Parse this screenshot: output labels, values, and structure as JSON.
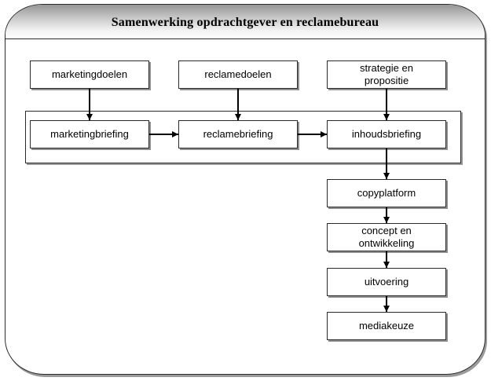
{
  "title": "Samenwerking opdrachtgever en reclamebureau",
  "diagram": {
    "top_row": [
      {
        "label": "marketingdoelen"
      },
      {
        "label": "reclamedoelen"
      },
      {
        "label": "strategie en\npropositie"
      }
    ],
    "briefing_row": [
      {
        "label": "marketingbriefing"
      },
      {
        "label": "reclamebriefing"
      },
      {
        "label": "inhoudsbriefing"
      }
    ],
    "chain": [
      {
        "label": "copyplatform"
      },
      {
        "label": "concept en\nontwikkeling"
      },
      {
        "label": "uitvoering"
      },
      {
        "label": "mediakeuze"
      }
    ],
    "connections": [
      "marketingdoelen -> marketingbriefing",
      "reclamedoelen -> reclamebriefing",
      "strategie en propositie -> inhoudsbriefing",
      "marketingbriefing -> reclamebriefing",
      "reclamebriefing -> inhoudsbriefing",
      "inhoudsbriefing -> copyplatform",
      "copyplatform -> concept en ontwikkeling",
      "concept en ontwikkeling -> uitvoering",
      "uitvoering -> mediakeuze"
    ]
  },
  "colors": {
    "box_border": "#2a2a2a",
    "box_fill": "#ffffff",
    "box_shadow": "#8f8f8f",
    "arrow": "#000000",
    "header_gradient_top": "#969696",
    "header_gradient_bottom": "#ffffff",
    "title_text": "#000000"
  }
}
